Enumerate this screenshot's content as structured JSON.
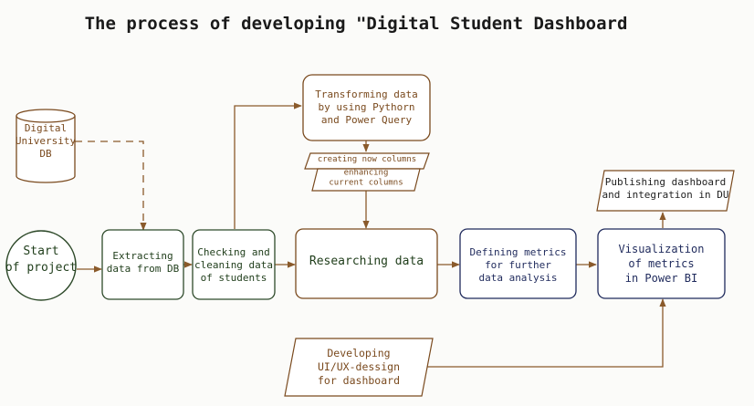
{
  "title": "The process of developing \"Digital Student Dashboard",
  "nodes": {
    "db": [
      "Digital",
      "University",
      "DB"
    ],
    "start": [
      "Start",
      "of project"
    ],
    "extract": [
      "Extracting",
      "data from DB"
    ],
    "check": [
      "Checking and",
      "cleaning data",
      "of students"
    ],
    "transform": [
      "Transforming data",
      "by using Pythorn",
      "and Power Query"
    ],
    "create_cols": [
      "creating now columns"
    ],
    "enhance_cols": [
      "enhancing",
      "current columns"
    ],
    "research": [
      "Researching data"
    ],
    "define": [
      "Defining metrics",
      "for further",
      "data analysis"
    ],
    "visualize": [
      "Visualization",
      "of metrics",
      "in Power BI"
    ],
    "publish": [
      "Publishing dashboard",
      "and integration in DU"
    ],
    "ux": [
      "Developing",
      "UI/UX-dessign",
      "for dashboard"
    ]
  },
  "colors": {
    "brown": "#7a4a1e",
    "green_text": "#1f3d1a",
    "green_border": "#2e4a2a",
    "navy": "#1f2a5c",
    "arrow": "#8a5a2b",
    "fill": "#ffffff"
  }
}
